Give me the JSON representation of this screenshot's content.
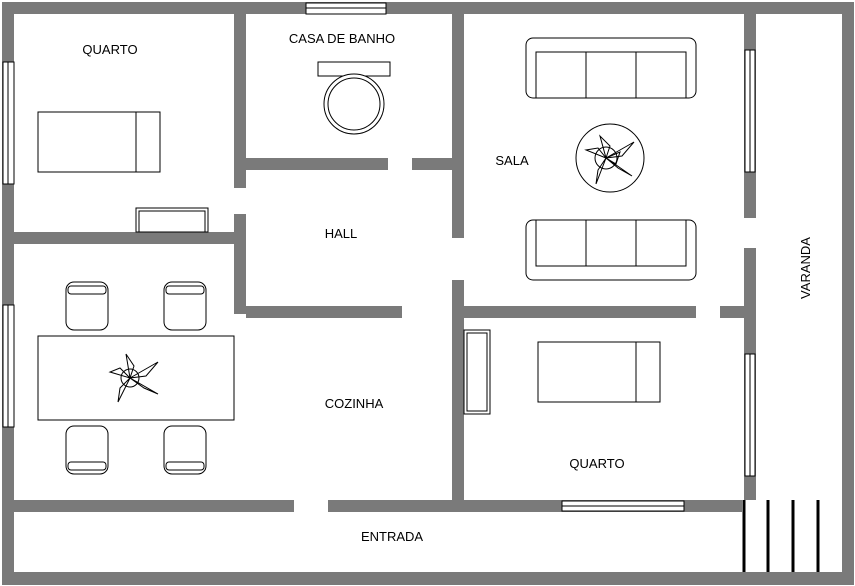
{
  "rooms": {
    "quarto_top": "QUARTO",
    "casa_de_banho": "CASA DE BANHO",
    "sala": "SALA",
    "hall": "HALL",
    "cozinha": "COZINHA",
    "quarto_bottom": "QUARTO",
    "varanda": "VARANDA",
    "entrada": "ENTRADA"
  },
  "colors": {
    "wall": "#7a7a7a",
    "background": "#ffffff",
    "ink": "#000000"
  }
}
